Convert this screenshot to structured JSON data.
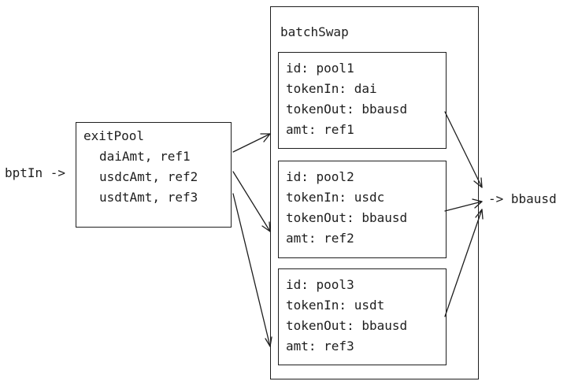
{
  "input_label": "bptIn ->",
  "output_label": "-> bbausd",
  "exit_pool": {
    "title": "exitPool",
    "lines": [
      "daiAmt, ref1",
      "usdcAmt, ref2",
      "usdtAmt, ref3"
    ]
  },
  "batch_swap": {
    "title": "batchSwap",
    "swaps": [
      {
        "id": "id: pool1",
        "token_in": "tokenIn: dai",
        "token_out": "tokenOut: bbausd",
        "amt": "amt: ref1"
      },
      {
        "id": "id: pool2",
        "token_in": "tokenIn: usdc",
        "token_out": "tokenOut: bbausd",
        "amt": "amt: ref2"
      },
      {
        "id": "id: pool3",
        "token_in": "tokenIn: usdt",
        "token_out": "tokenOut: bbausd",
        "amt": "amt: ref3"
      }
    ]
  }
}
